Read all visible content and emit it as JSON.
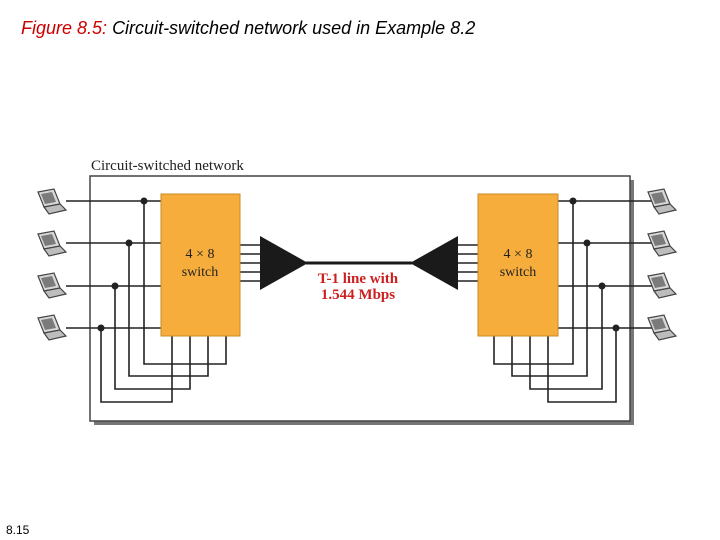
{
  "slide": {
    "title_lead": "Figure 8.5:",
    "title_rest": "Circuit-switched network used in Example 8.2",
    "number": "8.15"
  },
  "diagram": {
    "network_label": "Circuit-switched network",
    "left_switch": {
      "line1": "4 × 8",
      "line2": "switch"
    },
    "right_switch": {
      "line1": "4 × 8",
      "line2": "switch"
    },
    "trunk": {
      "line1": "T-1 line with",
      "line2": "1.544 Mbps"
    },
    "colors": {
      "switch_fill": "#f6ad3c",
      "frame": "#333333",
      "trunk_label": "#cc1f1f"
    },
    "icons": [
      "laptop-icon",
      "laptop-icon",
      "laptop-icon",
      "laptop-icon",
      "laptop-icon",
      "laptop-icon",
      "laptop-icon",
      "laptop-icon"
    ]
  }
}
